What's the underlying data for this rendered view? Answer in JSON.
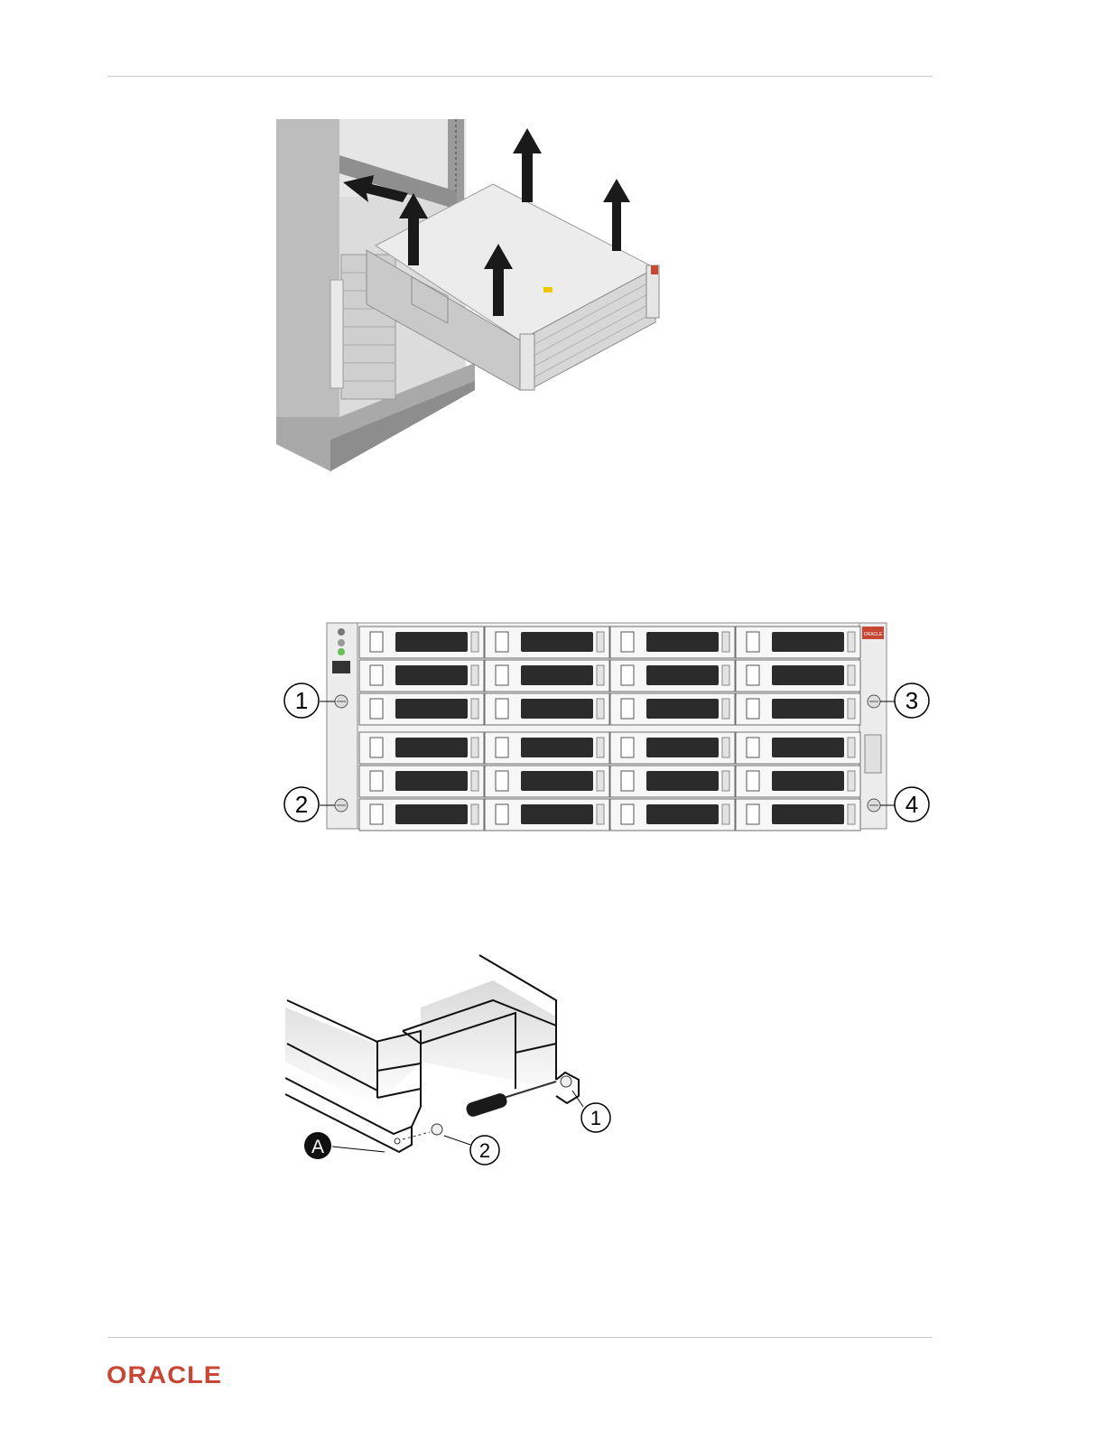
{
  "figures": {
    "rack_removal": {
      "icons": [
        "rack-frame-icon",
        "lift-arrow-icon",
        "push-arrow-icon",
        "chassis-icon"
      ]
    },
    "front_panel": {
      "callouts": [
        {
          "id": "front-screw-1",
          "label": "1"
        },
        {
          "id": "front-screw-2",
          "label": "2"
        },
        {
          "id": "front-screw-3",
          "label": "3"
        },
        {
          "id": "front-screw-4",
          "label": "4"
        }
      ],
      "drive_rows": 6,
      "drive_cols": 4,
      "logo_text": "ORACLE"
    },
    "bracket_detail": {
      "callouts": [
        {
          "id": "bracket-callout-1",
          "label": "1"
        },
        {
          "id": "bracket-callout-2",
          "label": "2"
        },
        {
          "id": "bracket-callout-a",
          "label": "A"
        }
      ]
    }
  },
  "footer": {
    "logo": "ORACLE"
  },
  "colors": {
    "brand": "#c74634",
    "rule": "#c8c8c8"
  }
}
